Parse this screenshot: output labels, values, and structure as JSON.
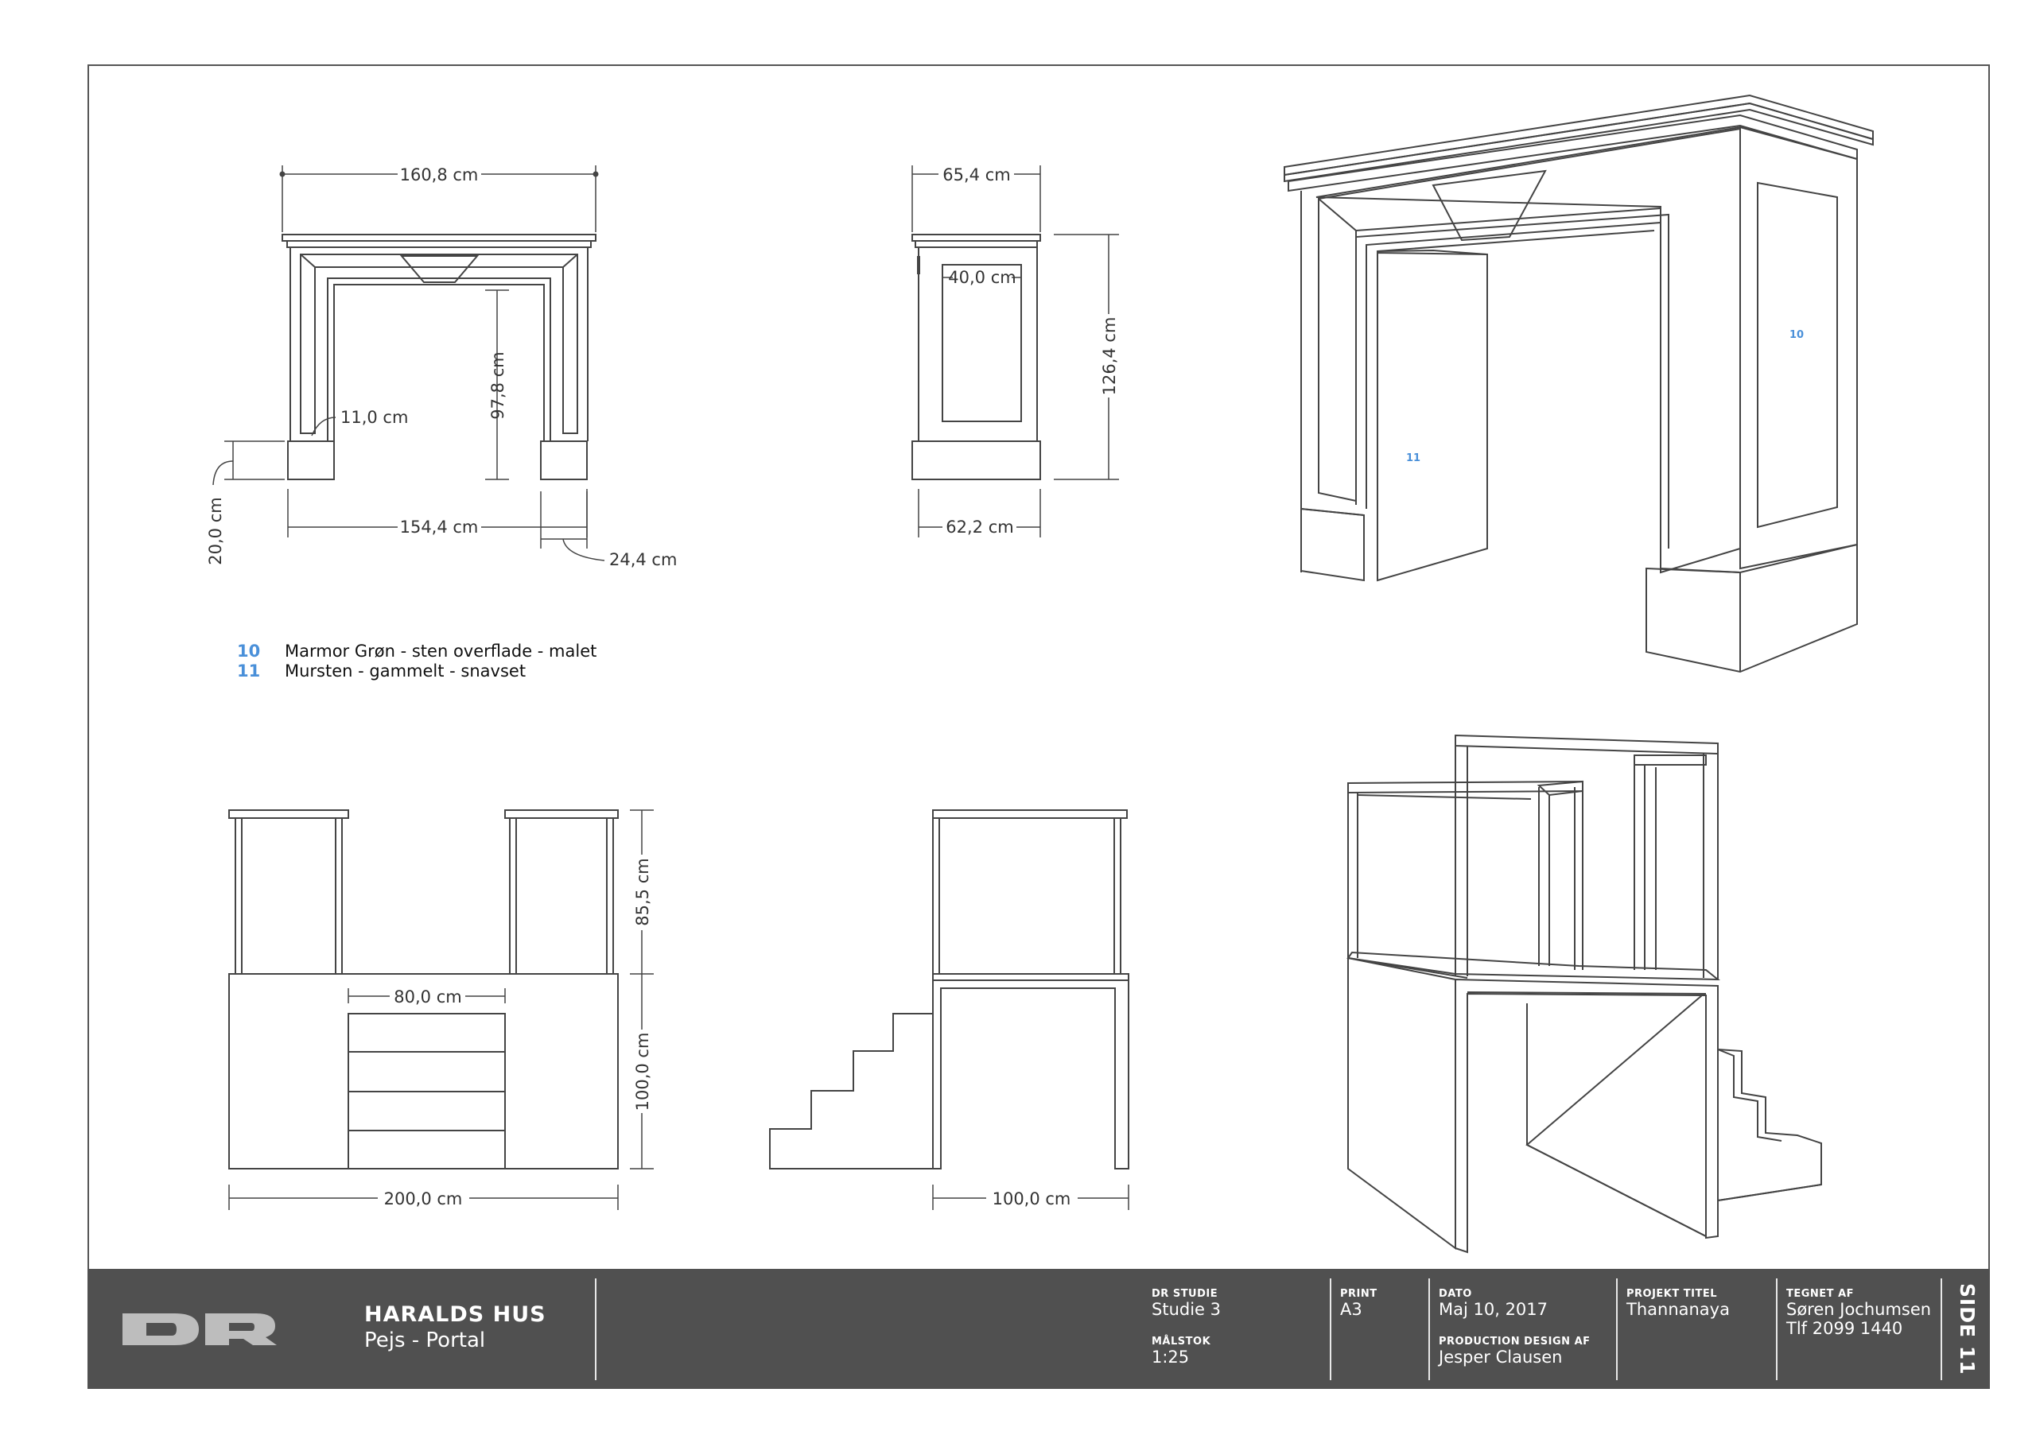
{
  "colors": {
    "title_block_bg": "#505050",
    "material_tag": "#4a90d9",
    "line": "#444444"
  },
  "dimensions": {
    "front_width_top": "160,8 cm",
    "front_height_inner": "97,8 cm",
    "front_side_width": "11,0 cm",
    "front_plinth_height": "20,0 cm",
    "front_width_bottom": "154,4 cm",
    "front_plinth_width": "24,4 cm",
    "side_depth_top": "65,4 cm",
    "side_panel_width": "40,0 cm",
    "side_height": "126,4 cm",
    "side_depth_bottom": "62,2 cm",
    "stage_upper_height": "85,5 cm",
    "stage_lower_height": "100,0 cm",
    "stage_stairs_width": "80,0 cm",
    "stage_width": "200,0 cm",
    "stage_side_depth": "100,0 cm"
  },
  "materials": [
    {
      "num": "10",
      "label": "Marmor Grøn - sten overflade - malet"
    },
    {
      "num": "11",
      "label": "Mursten - gammelt - snavset"
    }
  ],
  "iso_tags": {
    "panel_right": "10",
    "panel_left": "11"
  },
  "title_block": {
    "logo_text": "DR",
    "project_name": "HARALDS HUS",
    "drawing_name": "Pejs - Portal",
    "studio_label": "DR STUDIE",
    "studio_value": "Studie 3",
    "scale_label": "MÅLSTOK",
    "scale_value": "1:25",
    "print_label": "PRINT",
    "print_value": "A3",
    "date_label": "DATO",
    "date_value": "Maj 10, 2017",
    "design_label": "PRODUCTION DESIGN AF",
    "design_value": "Jesper Clausen",
    "title_label": "PROJEKT TITEL",
    "title_value": "Thannanaya",
    "drawn_label": "TEGNET AF",
    "drawn_name": "Søren Jochumsen",
    "drawn_phone": "Tlf 2099 1440",
    "page": "SIDE 11"
  }
}
